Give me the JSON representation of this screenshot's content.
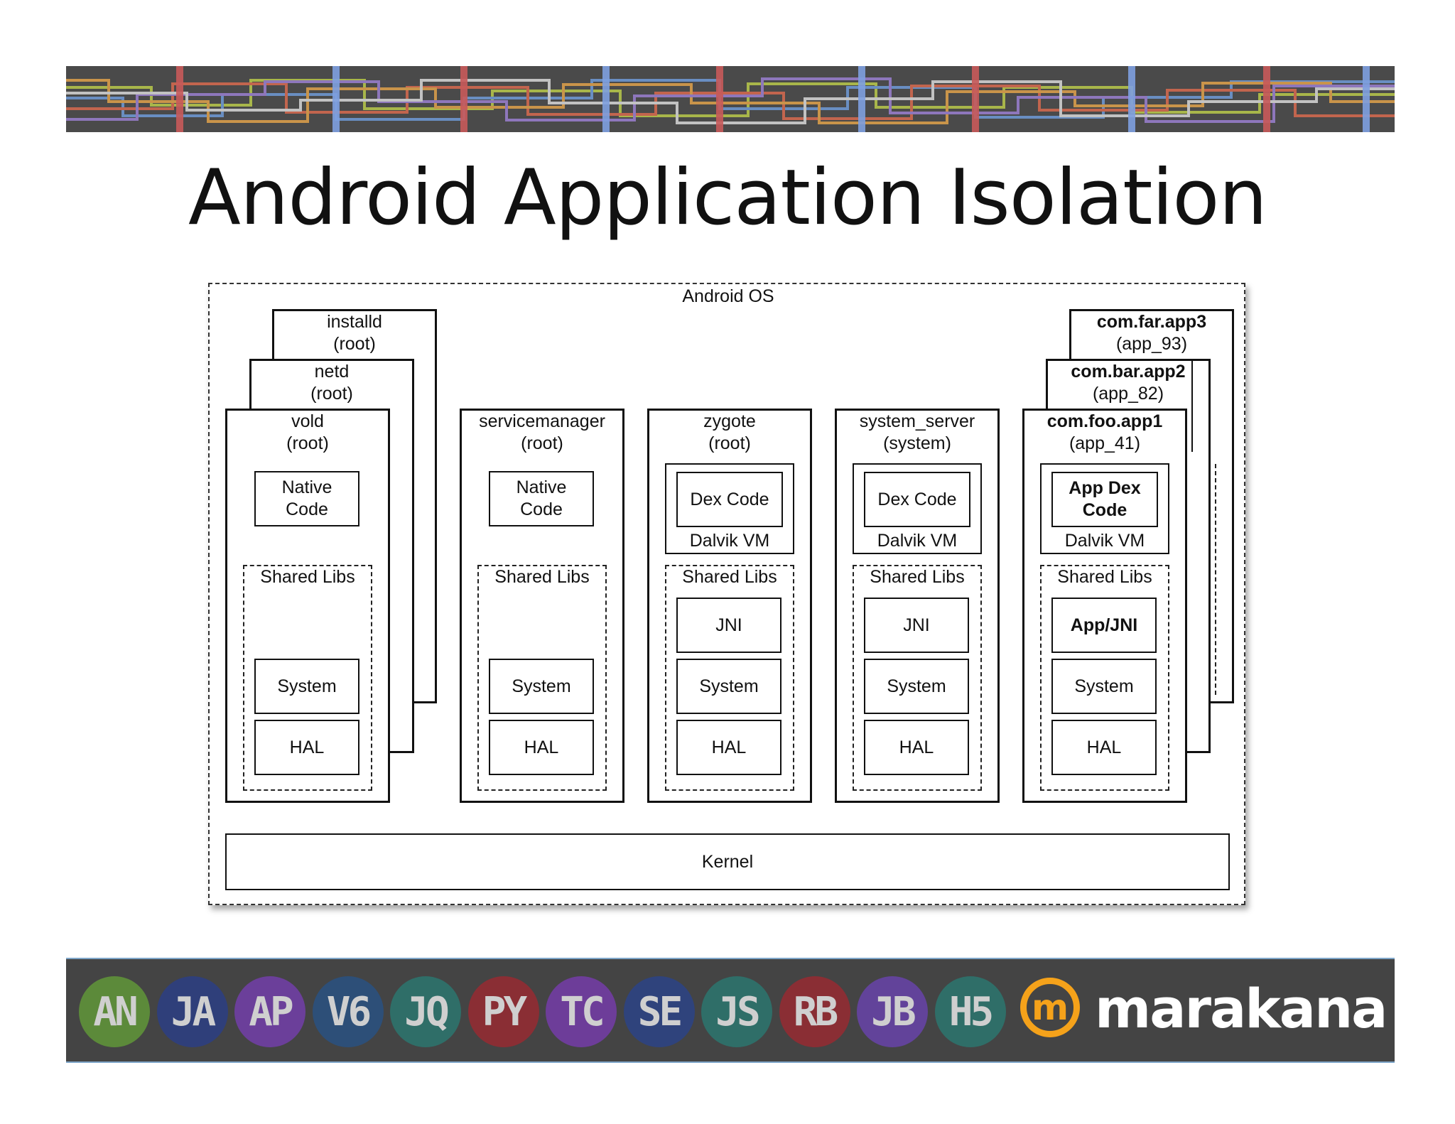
{
  "title": "Android Application Isolation",
  "diagram": {
    "os_label": "Android OS",
    "kernel": "Kernel",
    "installd": {
      "name": "installd",
      "user": "(root)"
    },
    "netd": {
      "name": "netd",
      "user": "(root)"
    },
    "vold": {
      "name": "vold",
      "user": "(root)",
      "native": "Native\nCode",
      "shared": "Shared Libs",
      "system": "System",
      "hal": "HAL"
    },
    "servicemanager": {
      "name": "servicemanager",
      "user": "(root)",
      "native": "Native\nCode",
      "shared": "Shared Libs",
      "system": "System",
      "hal": "HAL"
    },
    "zygote": {
      "name": "zygote",
      "user": "(root)",
      "dex": "Dex Code",
      "vm": "Dalvik VM",
      "shared": "Shared Libs",
      "jni": "JNI",
      "system": "System",
      "hal": "HAL"
    },
    "system_server": {
      "name": "system_server",
      "user": "(system)",
      "dex": "Dex Code",
      "vm": "Dalvik VM",
      "shared": "Shared Libs",
      "jni": "JNI",
      "system": "System",
      "hal": "HAL"
    },
    "app3": {
      "name": "com.far.app3",
      "user": "(app_93)"
    },
    "app2": {
      "name": "com.bar.app2",
      "user": "(app_82)"
    },
    "app1": {
      "name": "com.foo.app1",
      "user": "(app_41)",
      "dex": "App Dex\nCode",
      "vm": "Dalvik VM",
      "shared": "Shared Libs",
      "jni": "App/JNI",
      "system": "System",
      "hal": "HAL"
    }
  },
  "footer": {
    "badges": [
      {
        "text": "AN",
        "color": "#5c8a3a"
      },
      {
        "text": "JA",
        "color": "#2f3f7a"
      },
      {
        "text": "AP",
        "color": "#6b3f9a"
      },
      {
        "text": "V6",
        "color": "#2d4f78"
      },
      {
        "text": "JQ",
        "color": "#2f6e68"
      },
      {
        "text": "PY",
        "color": "#8a2e34"
      },
      {
        "text": "TC",
        "color": "#6d3d99"
      },
      {
        "text": "SE",
        "color": "#2f437c"
      },
      {
        "text": "JS",
        "color": "#2f6e68"
      },
      {
        "text": "RB",
        "color": "#8a2e34"
      },
      {
        "text": "JB",
        "color": "#62439a"
      },
      {
        "text": "H5",
        "color": "#2f6e68"
      }
    ],
    "logo_mark": "m",
    "logo_text": "marakana"
  }
}
